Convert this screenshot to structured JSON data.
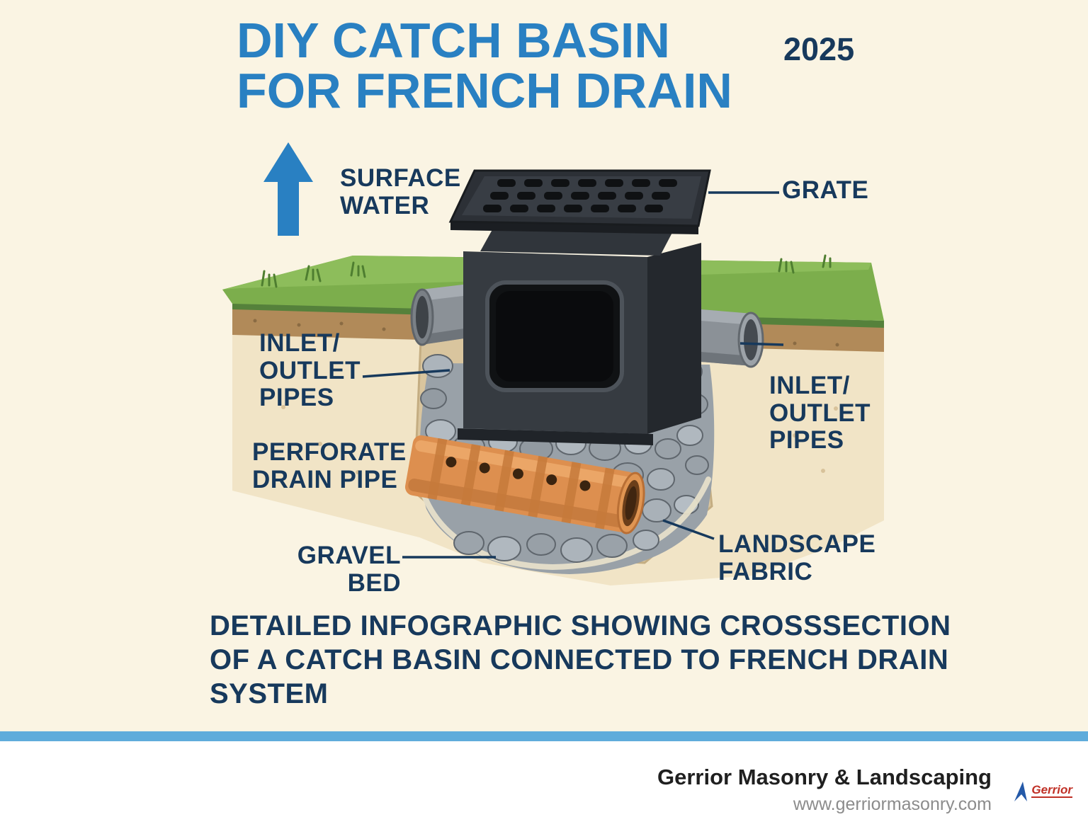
{
  "colors": {
    "cream": "#FAF4E3",
    "blue": "#2980C2",
    "navy": "#17395C",
    "bar": "#5FACDB",
    "gray": "#8C8C8C",
    "logo_red": "#C03026",
    "logo_blue": "#2459A8"
  },
  "title": {
    "text": "DIY CATCH BASIN\nFOR FRENCH DRAIN",
    "year": "2025"
  },
  "labels": {
    "surface_water": "SURFACE\nWATER",
    "grate": "GRATE",
    "inlet_outlet_left": "INLET/\nOUTLET\nPIPES",
    "inlet_outlet_right": "INLET/\nOUTLET\nPIPES",
    "perforated_pipe": "PERFORATE\nDRAIN PIPE",
    "gravel_bed": "GRAVEL\nBED",
    "landscape_fabric": "LANDSCAPE\nFABRIC"
  },
  "caption": "DETAILED INFOGRAPHIC SHOWING CROSSSECTION\nOF A CATCH BASIN CONNECTED TO FRENCH DRAIN\nSYSTEM",
  "footer": {
    "company": "Gerrior Masonry & Landscaping",
    "website": "www.gerriormasonry.com",
    "logo_text": "Gerrior"
  }
}
